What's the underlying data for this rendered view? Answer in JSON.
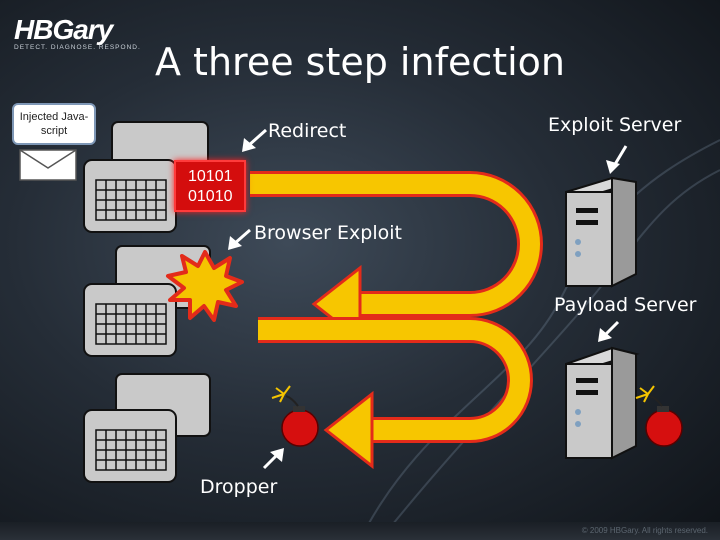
{
  "logo": {
    "name": "HBGary",
    "tagline": "DETECT. DIAGNOSE. RESPOND."
  },
  "title": "A three step infection",
  "callout": {
    "text": "Injected Java-script"
  },
  "labels": {
    "redirect": "Redirect",
    "exploit_server": "Exploit Server",
    "browser_exploit": "Browser Exploit",
    "payload_server": "Payload Server",
    "dropper": "Dropper"
  },
  "binary": {
    "line1": "10101",
    "line2": "01010"
  },
  "copyright": "© 2009 HBGary. All rights reserved.",
  "colors": {
    "arrow_fill": "#f7c600",
    "arrow_outline": "#e32b1a",
    "binary_bg": "#d40d0d",
    "bomb": "#d60f0f",
    "explosion": "#f5c400"
  }
}
